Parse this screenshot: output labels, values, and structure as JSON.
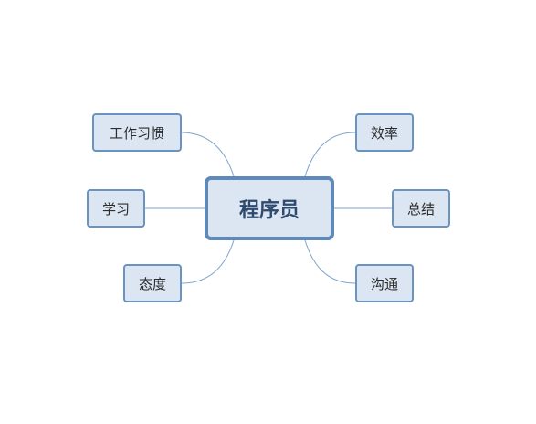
{
  "mindmap": {
    "center": "程序员",
    "branches": {
      "top_left": "工作习惯",
      "mid_left": "学习",
      "bottom_left": "态度",
      "top_right": "效率",
      "mid_right": "总结",
      "bottom_right": "沟通"
    },
    "colors": {
      "node_fill": "#dce6f2",
      "node_border": "#6a93c1",
      "center_border": "#5f89b8",
      "link": "#7fa3cc"
    }
  }
}
